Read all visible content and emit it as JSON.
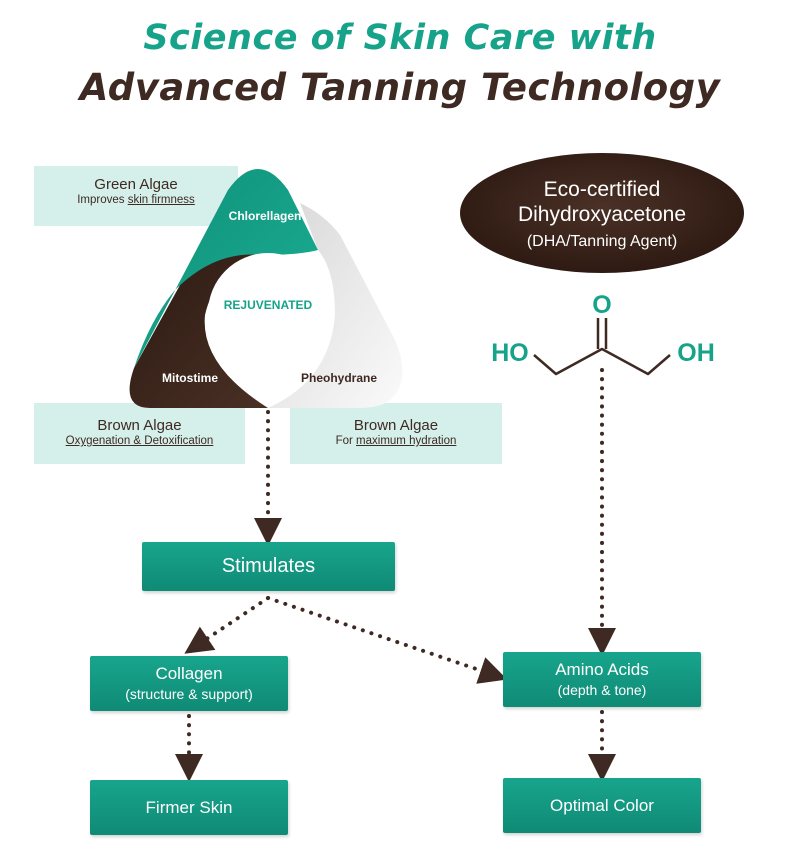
{
  "title": {
    "line1": "Science of Skin Care with",
    "line2": "Advanced Tanning Technology"
  },
  "triangle": {
    "center": "REJUVENATED",
    "top": "Chlorellagen",
    "left": "Mitostime",
    "right": "Pheohydrane"
  },
  "algae": {
    "green": {
      "title": "Green Algae",
      "desc_prefix": "Improves ",
      "desc_link": "skin firmness"
    },
    "brown_left": {
      "title": "Brown Algae",
      "desc_link": "Oxygenation & Detoxification"
    },
    "brown_right": {
      "title": "Brown Algae",
      "desc_prefix": "For ",
      "desc_link": "maximum hydration"
    }
  },
  "dha": {
    "line1": "Eco-certified",
    "line2": "Dihydroxyacetone",
    "line3": "(DHA/Tanning Agent)"
  },
  "molecule": {
    "oxygen": "O",
    "left_group": "HO",
    "right_group": "OH"
  },
  "flow": {
    "stimulates": "Stimulates",
    "collagen": {
      "title": "Collagen",
      "sub": "(structure & support)"
    },
    "amino": {
      "title": "Amino Acids",
      "sub": "(depth & tone)"
    },
    "firmer": "Firmer Skin",
    "optimal": "Optimal Color"
  },
  "colors": {
    "teal": "#16a38a",
    "brown": "#3e2a22",
    "light_teal": "#d5efeb"
  }
}
